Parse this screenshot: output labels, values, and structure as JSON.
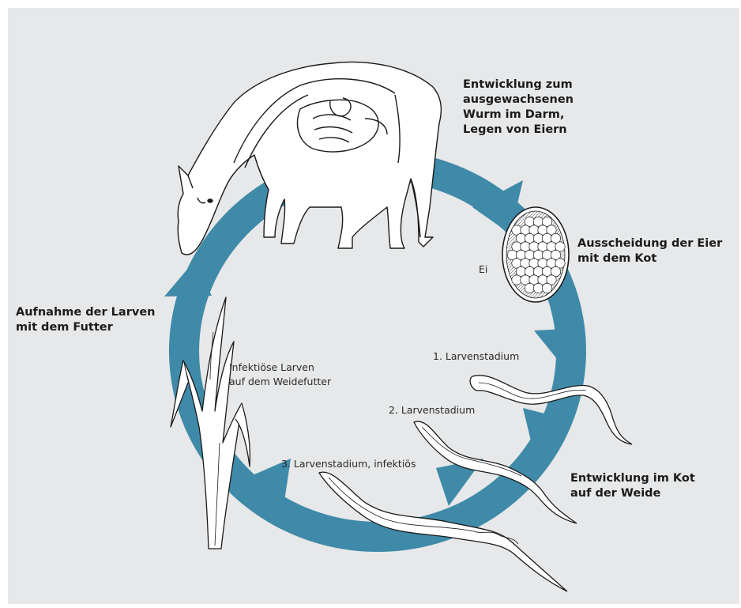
{
  "colors": {
    "background": "#e7e8e9",
    "cycle_arrow": "#3f8aa8",
    "outline": "#1a1a1a"
  },
  "icons": [
    "horse-icon",
    "egg-icon",
    "larva-icon",
    "grass-icon"
  ],
  "labels": {
    "adult_worm": [
      "Entwicklung zum",
      "ausgewachsenen",
      "Wurm im Darm,",
      "Legen von Eiern"
    ],
    "egg_excretion": [
      "Ausscheidung der Eier",
      "mit dem Kot"
    ],
    "egg": "Ei",
    "stage1": "1. Larvenstadium",
    "stage2": "2. Larvenstadium",
    "stage3": "3. Larvenstadium, infektiös",
    "development": [
      "Entwicklung im Kot",
      "auf der Weide"
    ],
    "infective": [
      "Infektiöse Larven",
      "auf dem Weidefutter"
    ],
    "ingestion": [
      "Aufnahme der Larven",
      "mit dem Futter"
    ]
  }
}
